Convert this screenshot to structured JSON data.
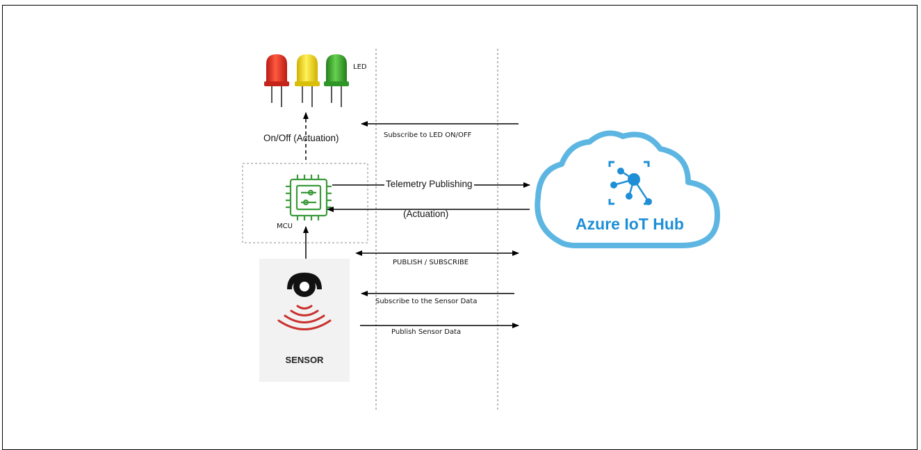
{
  "nodes": {
    "led_label": "LED",
    "mcu_label": "MCU",
    "sensor_label": "SENSOR",
    "cloud_label": "Azure IoT Hub"
  },
  "edges": {
    "actuation_vertical": "On/Off (Actuation)",
    "subscribe_led": "Subscribe to LED ON/OFF",
    "telemetry": "Telemetry Publishing",
    "actuation": "(Actuation)",
    "pubsub": "PUBLISH / SUBSCRIBE",
    "subscribe_sensor": "Subscribe to the Sensor Data",
    "publish_sensor": "Publish Sensor Data"
  },
  "colors": {
    "led_red": "#e8261c",
    "led_yellow": "#f3d80c",
    "led_green": "#3bb02e",
    "mcu_green": "#3a9a3a",
    "cloud_blue": "#5db6e2",
    "azure_text": "#1e8fd6",
    "sensor_red": "#c9302c"
  }
}
